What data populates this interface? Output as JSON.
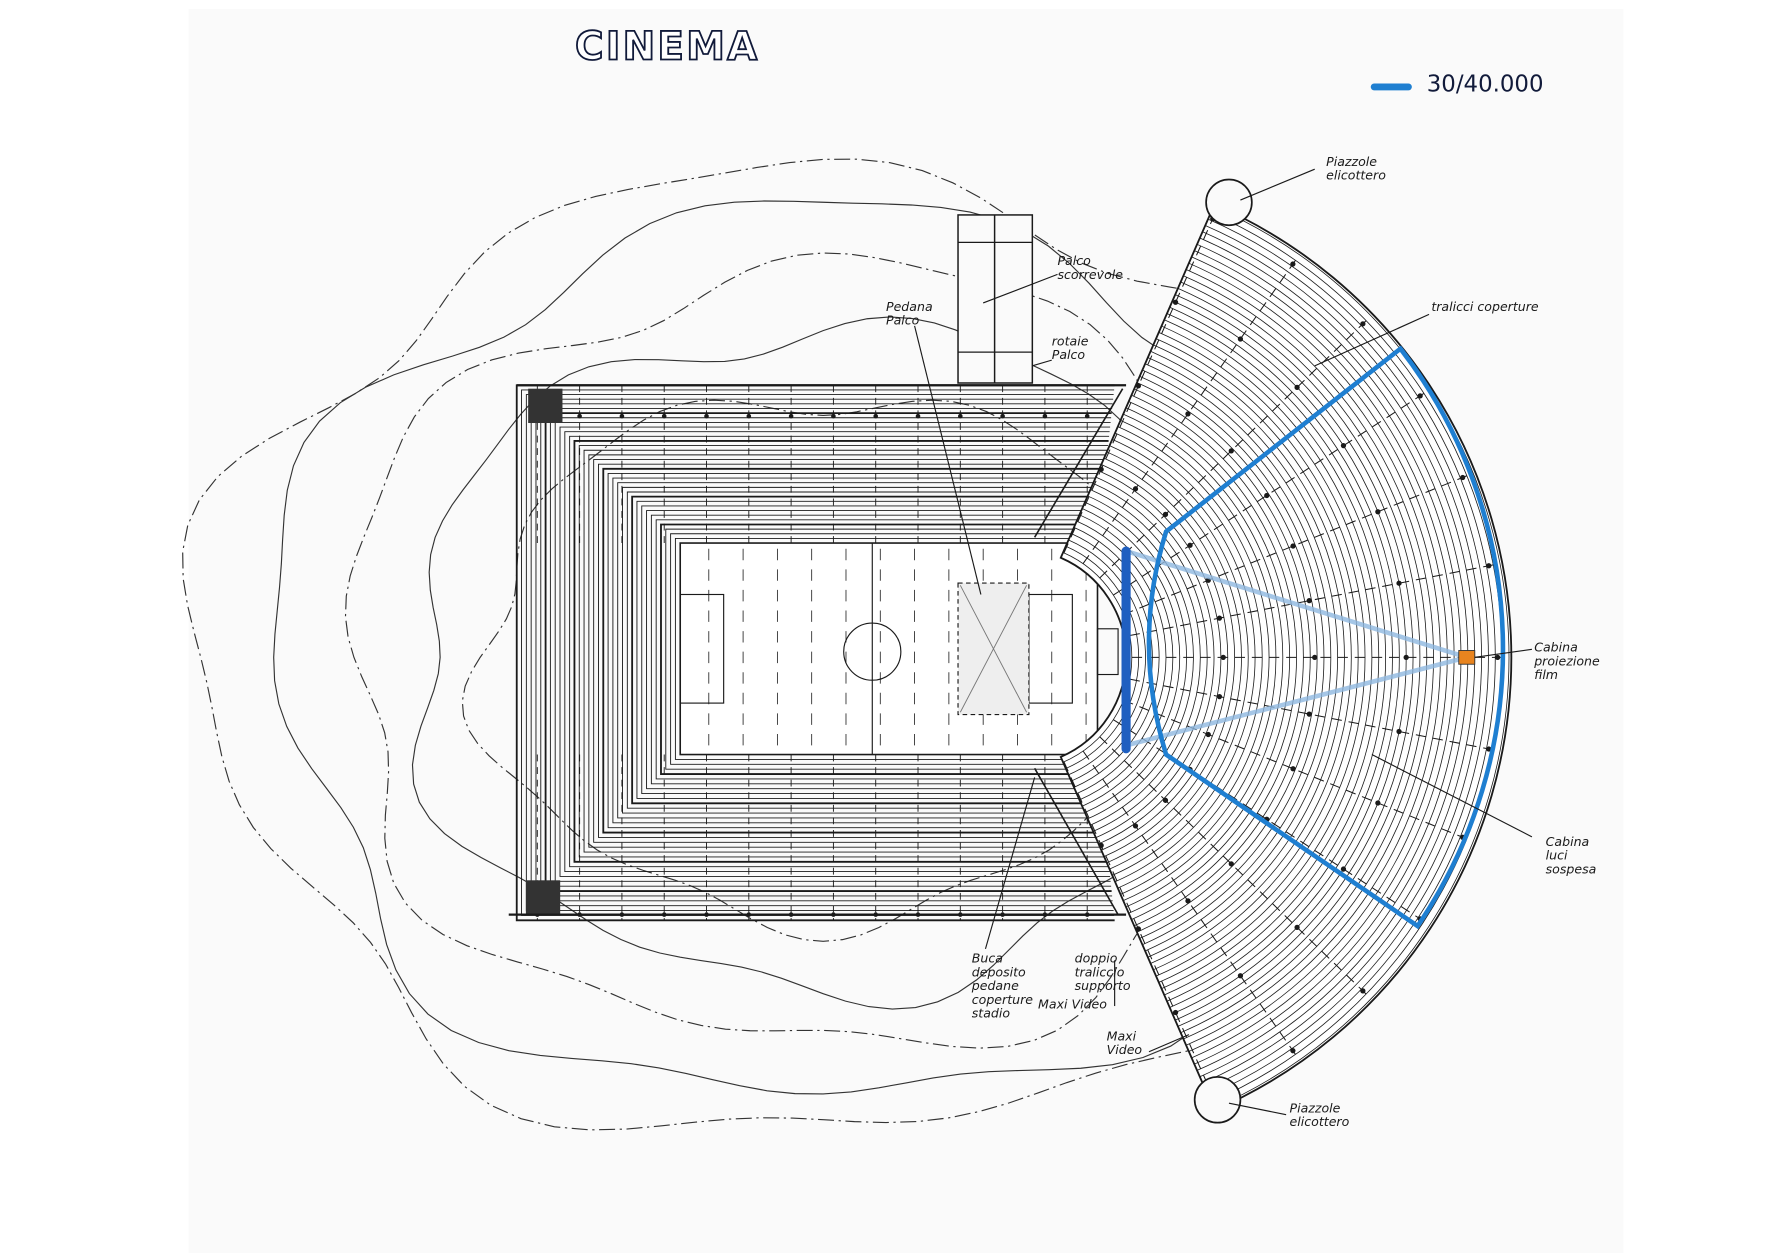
{
  "title": "CINEMA",
  "legend": {
    "label": "30/40.000",
    "color": "#1f7fd1"
  },
  "colors": {
    "ink": "#1a1a1a",
    "blue": "#1f7fd1",
    "projection": "#8fb8e0",
    "booth": "#e8841f",
    "paper": "#fafafa"
  },
  "labels": {
    "helipad_top": [
      "Piazzole",
      "elicottero"
    ],
    "sliding_stage": [
      "Palco",
      "scorrevole"
    ],
    "stage_platform": [
      "Pedana",
      "Palco"
    ],
    "stage_rails": [
      "rotaie",
      "Palco"
    ],
    "roof_trusses": [
      "tralicci coperture"
    ],
    "projection_booth": [
      "Cabina",
      "proiezione",
      "film"
    ],
    "light_booth": [
      "Cabina",
      "luci",
      "sospesa"
    ],
    "storage_pit": [
      "Buca",
      "deposito",
      "pedane",
      "coperture",
      "stadio"
    ],
    "double_truss": [
      "doppio",
      "traliccio",
      "supporto"
    ],
    "double_truss_2": [
      "Maxi Video"
    ],
    "maxi_video": [
      "Maxi",
      "Video"
    ],
    "helipad_bottom": [
      "Piazzole",
      "elicottero"
    ]
  }
}
